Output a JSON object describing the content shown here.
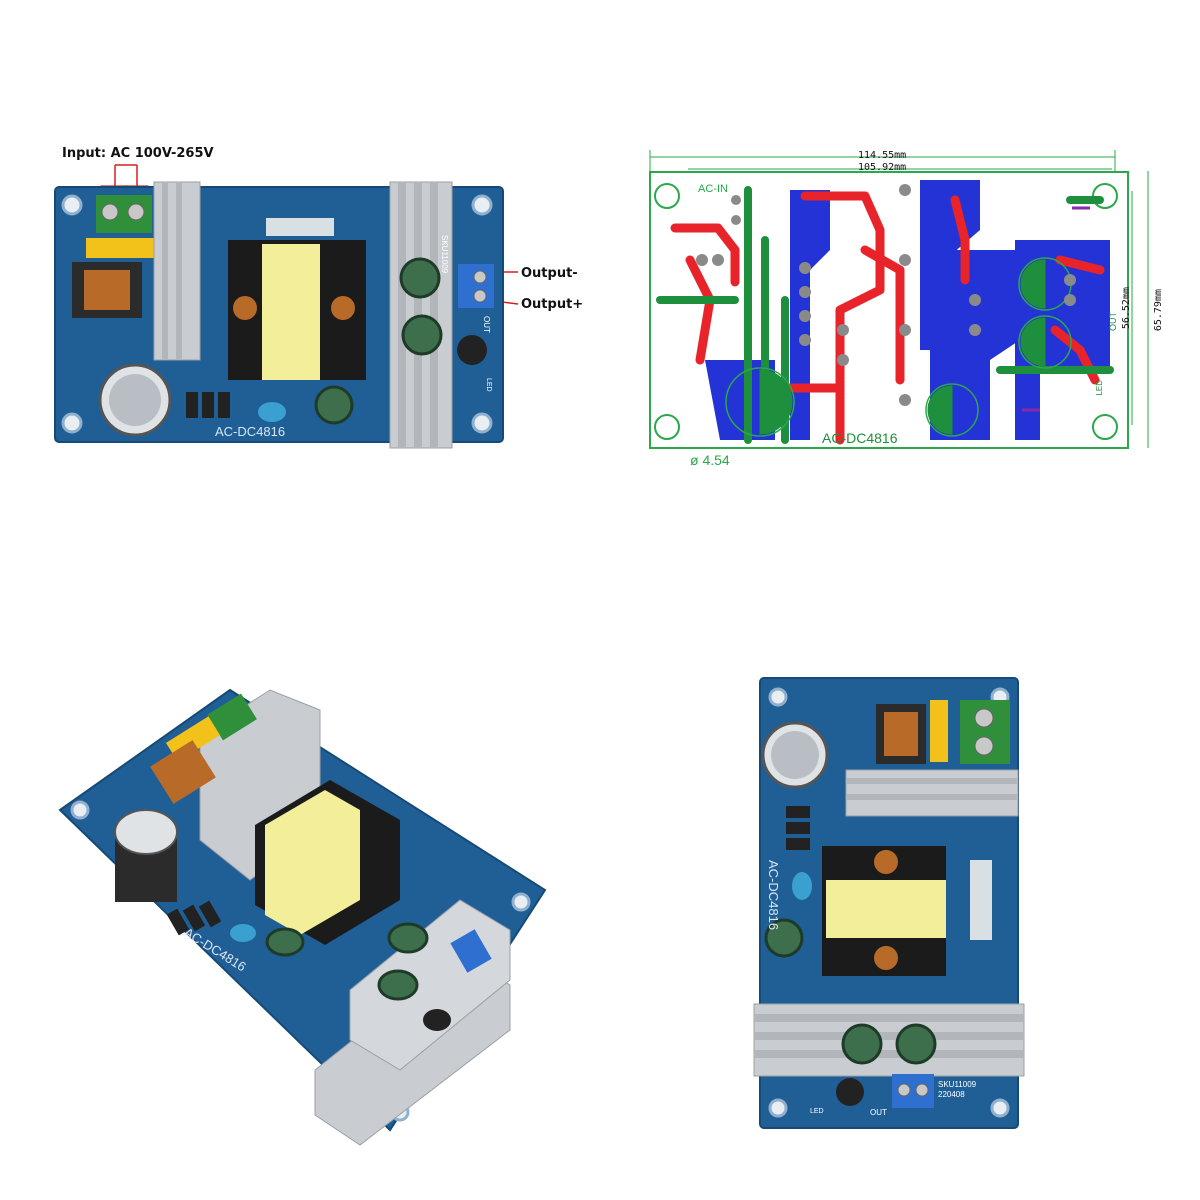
{
  "board_model": "AC-DC4816",
  "labels": {
    "input": "Input: AC 100V-265V",
    "output_neg": "Output-",
    "output_pos": "Output+",
    "sku": "SKU11009",
    "date": "220408",
    "out": "OUT",
    "led": "LED",
    "ac_in": "AC-IN"
  },
  "dimensions": {
    "overall_width": "114.55mm",
    "hole_span_width": "105.92mm",
    "hole_span_height": "56.52mm",
    "overall_height": "65.79mm",
    "hole_diameter": "ø 4.54"
  },
  "colors": {
    "pcb_blue": "#1f5f96",
    "pcb_outline": "#2aa84a",
    "trace_red": "#e8232a",
    "trace_blue": "#2433d6",
    "trace_green": "#1e8f3c",
    "transformer_yellow": "#f2ee9a",
    "capacitor_green": "#3d6f4d",
    "heatsink": "#c9ccd0",
    "callout_line": "#d32020"
  },
  "icons": [
    "mounting-hole-icon",
    "terminal-screw-icon",
    "esd-warning-icon"
  ]
}
